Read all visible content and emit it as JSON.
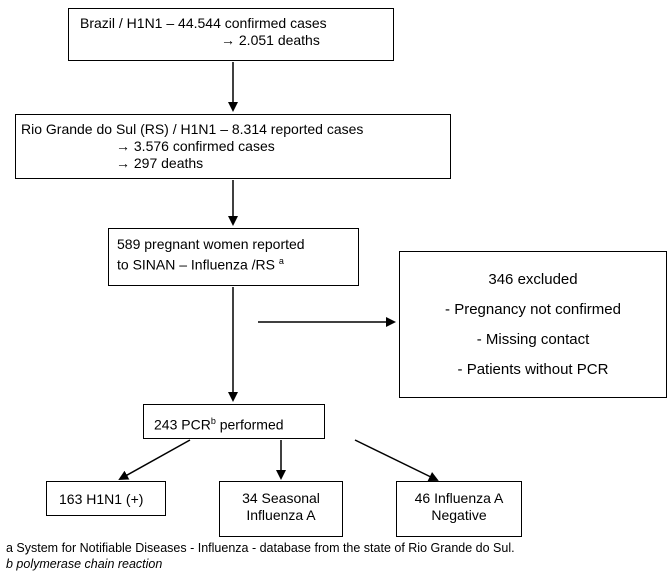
{
  "nodes": {
    "brazil": {
      "line1": "Brazil / H1N1 – 44.544 confirmed cases",
      "line2": "→ 2.051 deaths"
    },
    "rs": {
      "line1": "Rio Grande do Sul (RS) / H1N1 – 8.314 reported cases",
      "line2": "→ 3.576 confirmed cases",
      "line3": "→ 297 deaths"
    },
    "pregnant": {
      "line1": "589 pregnant women reported",
      "line2": "to SINAN – Influenza /RS",
      "sup": "a"
    },
    "excluded": {
      "title": "346 excluded",
      "item1": "- Pregnancy not confirmed",
      "item2": "- Missing contact",
      "item3": "- Patients without PCR"
    },
    "pcr": {
      "pre": "243 PCR",
      "sup": "b",
      "post": " performed"
    },
    "h1n1": {
      "label": "163 H1N1 (+)"
    },
    "seasonal": {
      "line1": "34 Seasonal",
      "line2": "Influenza A"
    },
    "negative": {
      "line1": "46 Influenza A",
      "line2": "Negative"
    }
  },
  "footnotes": {
    "a": "a System for Notifiable Diseases - Influenza - database from the state of Rio Grande do Sul.",
    "b": "b polymerase chain reaction"
  }
}
